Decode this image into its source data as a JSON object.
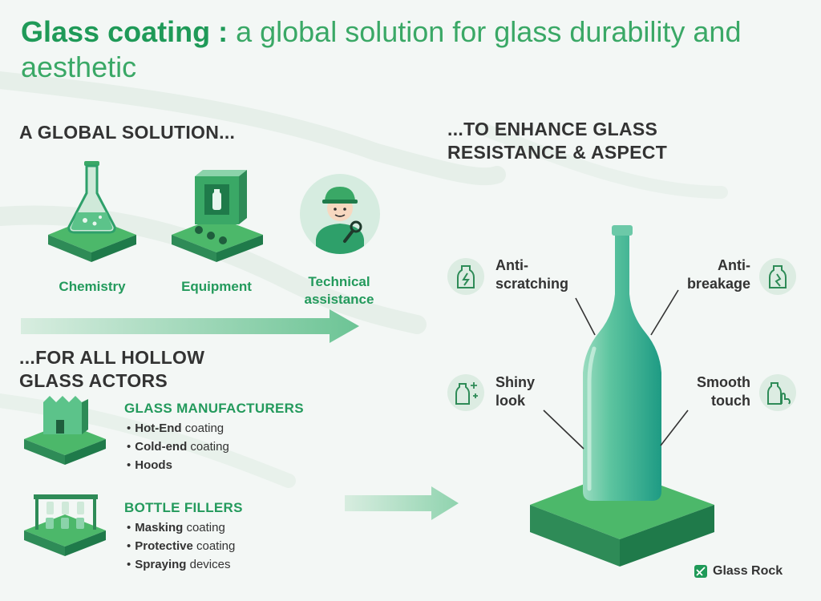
{
  "title": {
    "bold": "Glass coating :",
    "rest": " a global solution for glass durability and aesthetic"
  },
  "sections": {
    "global_solution": "A GLOBAL SOLUTION...",
    "enhance": "...TO ENHANCE GLASS RESISTANCE & ASPECT",
    "actors": "...FOR ALL HOLLOW GLASS ACTORS"
  },
  "solutions": [
    {
      "label": "Chemistry",
      "icon": "flask-icon"
    },
    {
      "label": "Equipment",
      "icon": "equipment-icon"
    },
    {
      "label": "Technical assistance",
      "icon": "technician-icon"
    }
  ],
  "actors": [
    {
      "name": "GLASS MANUFACTURERS",
      "icon": "factory-icon",
      "items": [
        {
          "bold": "Hot-End",
          "rest": " coating"
        },
        {
          "bold": "Cold-end",
          "rest": " coating"
        },
        {
          "bold": "Hoods",
          "rest": ""
        }
      ]
    },
    {
      "name": "BOTTLE FILLERS",
      "icon": "filling-line-icon",
      "items": [
        {
          "bold": "Masking",
          "rest": " coating"
        },
        {
          "bold": "Protective",
          "rest": " coating"
        },
        {
          "bold": "Spraying",
          "rest": " devices"
        }
      ]
    }
  ],
  "properties": {
    "anti_scratching": "Anti-scratching",
    "anti_breakage": "Anti-breakage",
    "shiny_look": "Shiny look",
    "smooth_touch": "Smooth touch"
  },
  "brand": "Glass Rock",
  "colors": {
    "green_dark": "#1f9a58",
    "green": "#4cb86a",
    "green_side": "#2e8b57",
    "teal": "#2ea58a",
    "text_dark": "#333333",
    "background": "#f3f7f5"
  }
}
